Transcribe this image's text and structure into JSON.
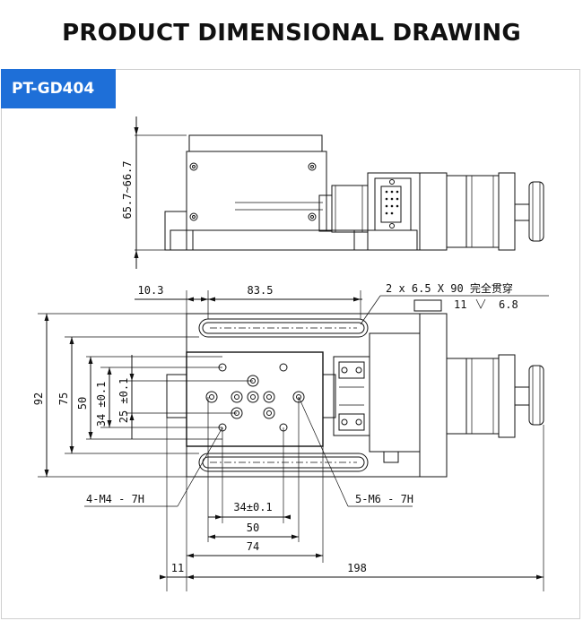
{
  "header": {
    "title": "PRODUCT DIMENSIONAL DRAWING"
  },
  "badge": {
    "model": "PT-GD404"
  },
  "dimensions": {
    "side_height": "65.7~66.7",
    "d_10_3": "10.3",
    "d_83_5": "83.5",
    "slot_note": "2 x 6.5 X 90 完全贯穿",
    "d_11_top": "11",
    "d_6_8": "6.8",
    "d_92": "92",
    "d_75": "75",
    "d_50_v": "50",
    "d_34_v": "34 ±0.1",
    "d_25_v": "25 ±0.1",
    "m4_note": "4-M4 - 7H",
    "m6_note": "5-M6 - 7H",
    "d_34_h": "34±0.1",
    "d_50_h": "50",
    "d_74_h": "74",
    "d_11_bottom": "11",
    "d_198": "198"
  }
}
